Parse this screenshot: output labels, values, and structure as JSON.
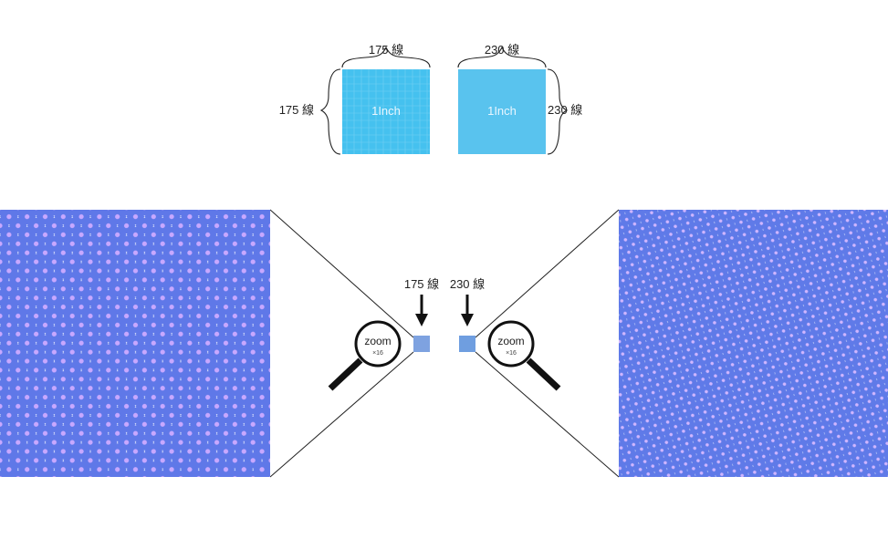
{
  "top_comparison": {
    "left": {
      "top_label": "175 線",
      "side_label": "175 線",
      "inner_text": "1Inch",
      "fill": "#45c1ef"
    },
    "right": {
      "top_label": "230 線",
      "side_label": "230 線",
      "inner_text": "1Inch",
      "fill": "#59c3ee"
    }
  },
  "zoom_comparison": {
    "left": {
      "marker_label": "175 線",
      "magnifier_text": "zoom",
      "magnifier_factor": "×16",
      "swatch_color": "#7ea2e0",
      "pattern_color": "#5f78e8",
      "dot_color": "#c8a8ff"
    },
    "right": {
      "marker_label": "230 線",
      "magnifier_text": "zoom",
      "magnifier_factor": "×16",
      "swatch_color": "#6f9ee0",
      "pattern_color": "#5f7ae8",
      "dot_color": "#d0b6ff"
    }
  }
}
